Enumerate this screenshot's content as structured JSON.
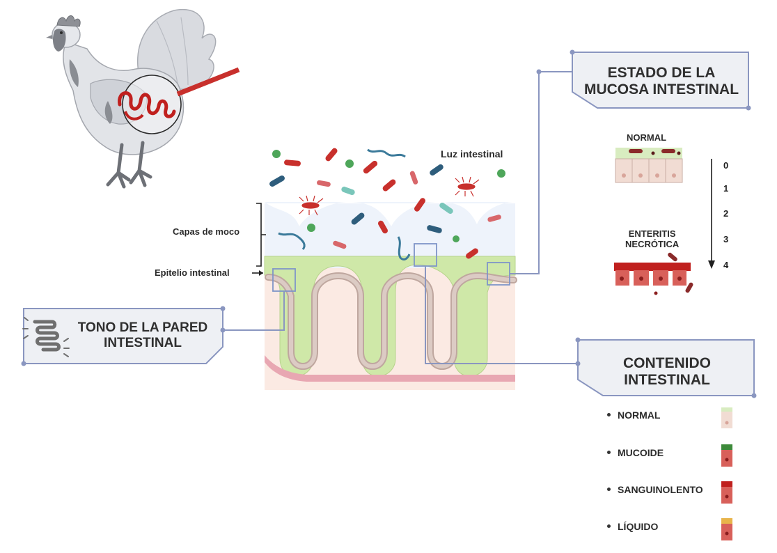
{
  "labels": {
    "luz": "Luz intestinal",
    "capas": "Capas de moco",
    "epitelio": "Epitelio intestinal"
  },
  "cards": {
    "mucosa_line1": "ESTADO DE LA",
    "mucosa_line2": "MUCOSA INTESTINAL",
    "tono_line1": "TONO DE LA PARED",
    "tono_line2": "INTESTINAL",
    "contenido_line1": "CONTENIDO",
    "contenido_line2": "INTESTINAL"
  },
  "mucosa_scale": {
    "normal_label": "NORMAL",
    "enteritis_line1": "ENTERITIS",
    "enteritis_line2": "NECRÓTICA",
    "scores": [
      "0",
      "1",
      "2",
      "3",
      "4"
    ]
  },
  "contenido_items": [
    {
      "label": "NORMAL",
      "cap_color": "#d8ecc0"
    },
    {
      "label": "MUCOIDE",
      "cap_color": "#3d8a3a"
    },
    {
      "label": "SANGUINOLENTO",
      "cap_color": "#c0201e"
    },
    {
      "label": "LÍQUIDO",
      "cap_color": "#e8b44a"
    }
  ],
  "colors": {
    "connector": "#8a96c0",
    "card_bg": "#eef0f4",
    "mucus": "#eef3fb",
    "epithelium": "#cfe8a8",
    "wall": "#d8c3bc",
    "tissue": "#fbeae3",
    "blood_vessel": "#e8a7b2",
    "highlight_red": "#c8302c"
  }
}
